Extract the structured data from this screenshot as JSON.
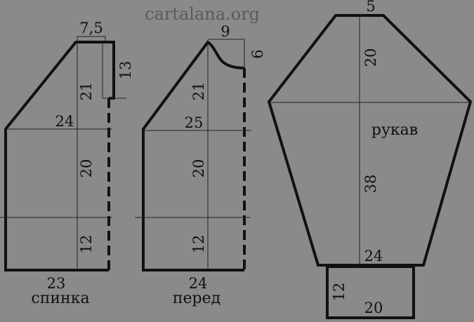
{
  "watermark": "cartalana.org",
  "back": {
    "name": "спинка",
    "shoulder_width": "7,5",
    "neck_depth": "13",
    "armhole_height": "21",
    "chest_half": "24",
    "body_height": "20",
    "rib_height": "12",
    "hem_width": "23"
  },
  "front": {
    "name": "перед",
    "neck_width": "9",
    "neck_depth": "6",
    "armhole_height": "21",
    "chest_half": "25",
    "body_height": "20",
    "rib_height": "12",
    "hem_width": "24"
  },
  "sleeve": {
    "name": "рукав",
    "top_width": "5",
    "cap_height": "20",
    "length": "38",
    "bottom_width": "24",
    "cuff_height": "12",
    "cuff_width": "20"
  }
}
